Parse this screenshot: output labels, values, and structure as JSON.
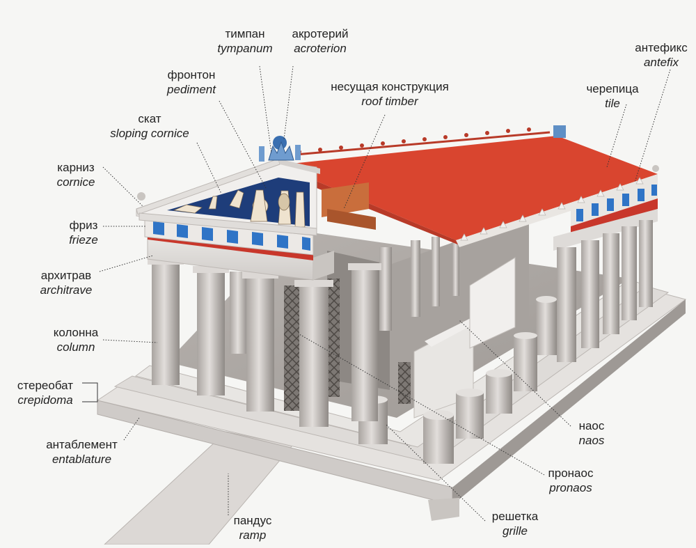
{
  "labels": {
    "tympanum": {
      "ru": "тимпан",
      "en": "tympanum"
    },
    "acroterion": {
      "ru": "акротерий",
      "en": "acroterion"
    },
    "pediment": {
      "ru": "фронтон",
      "en": "pediment"
    },
    "roof_timber": {
      "ru": "несущая конструкция",
      "en": "roof timber"
    },
    "antefix": {
      "ru": "антефикс",
      "en": "antefix"
    },
    "tile": {
      "ru": "черепица",
      "en": "tile"
    },
    "sloping_cornice": {
      "ru": "скат",
      "en": "sloping cornice"
    },
    "cornice": {
      "ru": "карниз",
      "en": "cornice"
    },
    "frieze": {
      "ru": "фриз",
      "en": "frieze"
    },
    "architrave": {
      "ru": "архитрав",
      "en": "architrave"
    },
    "column": {
      "ru": "колонна",
      "en": "column"
    },
    "crepidoma": {
      "ru": "стереобат",
      "en": "crepidoma"
    },
    "entablature": {
      "ru": "антаблемент",
      "en": "entablature"
    },
    "naos": {
      "ru": "наос",
      "en": "naos"
    },
    "pronaos": {
      "ru": "пронаос",
      "en": "pronaos"
    },
    "grille": {
      "ru": "решетка",
      "en": "grille"
    },
    "ramp": {
      "ru": "пандус",
      "en": "ramp"
    }
  },
  "colors": {
    "roof": "#d9452f",
    "frieze_blue": "#2f74c6",
    "tympanum_blue": "#1e3d7a",
    "stone": "#d9d6d3",
    "red_band": "#c8372b"
  }
}
